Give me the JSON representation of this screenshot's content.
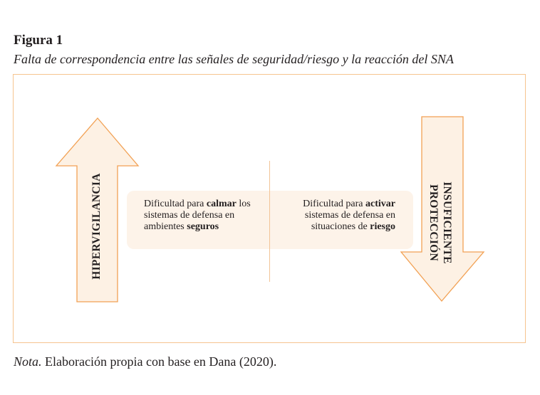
{
  "figure": {
    "label": "Figura 1",
    "caption": "Falta de correspondencia entre las señales de seguridad/riesgo y la reacción del SNA"
  },
  "diagram": {
    "left_arrow_label": "HIPERVIGILANCIA",
    "right_arrow_label_line1": "INSUFICIENTE",
    "right_arrow_label_line2": "PROTECCIÓN",
    "left_text": {
      "pre": "Dificultad para ",
      "bold": "calmar",
      "post": " los sistemas de defensa en ambientes ",
      "end_bold": "seguros"
    },
    "right_text": {
      "pre": "Dificultad para ",
      "bold": "activar",
      "post": " sistemas de defensa en situaciones de ",
      "end_bold": "riesgo"
    },
    "colors": {
      "stroke": "#f2a154",
      "fill": "#fdf1e4",
      "band": "#fdf3e9",
      "frame": "#f6c48f"
    }
  },
  "note": {
    "label": "Nota.",
    "text": " Elaboración propia con base en Dana (2020)."
  }
}
